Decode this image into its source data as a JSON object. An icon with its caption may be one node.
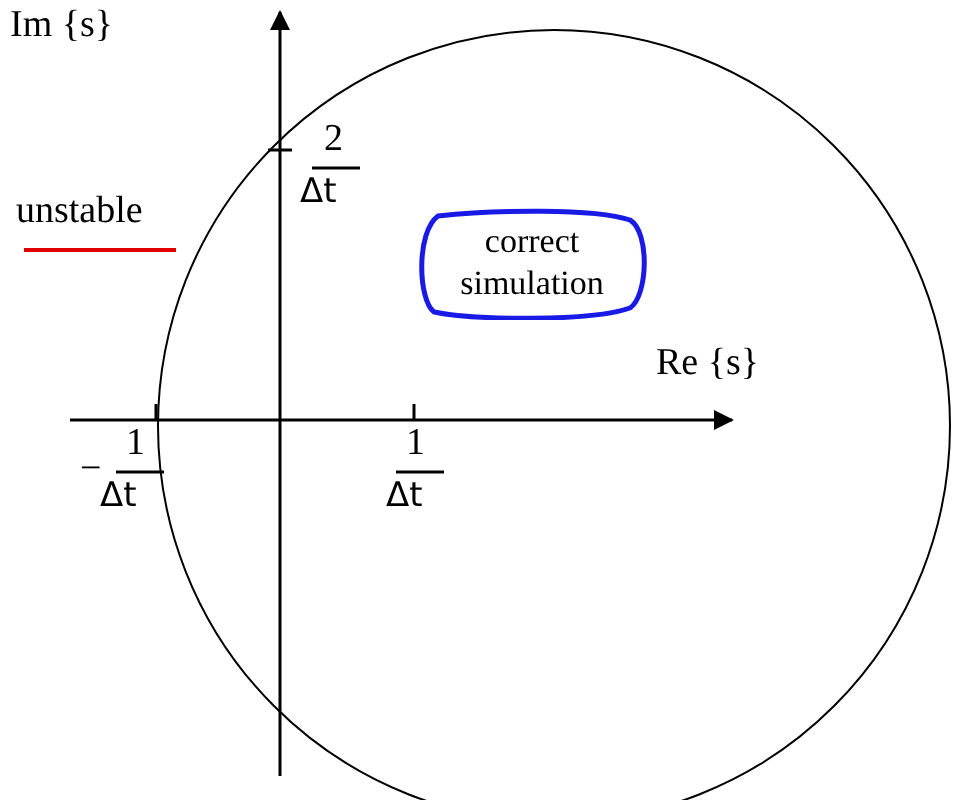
{
  "diagram": {
    "nodes": [
      {
        "text": [
          "correct simulation"
        ]
      }
    ],
    "edges": [],
    "labels": [
      "Im {s}",
      "2",
      "Δt",
      "Re {s}",
      "−",
      "1",
      "Δt",
      "1",
      "Δt"
    ],
    "legend": [
      {
        "text": "unstable"
      }
    ]
  }
}
